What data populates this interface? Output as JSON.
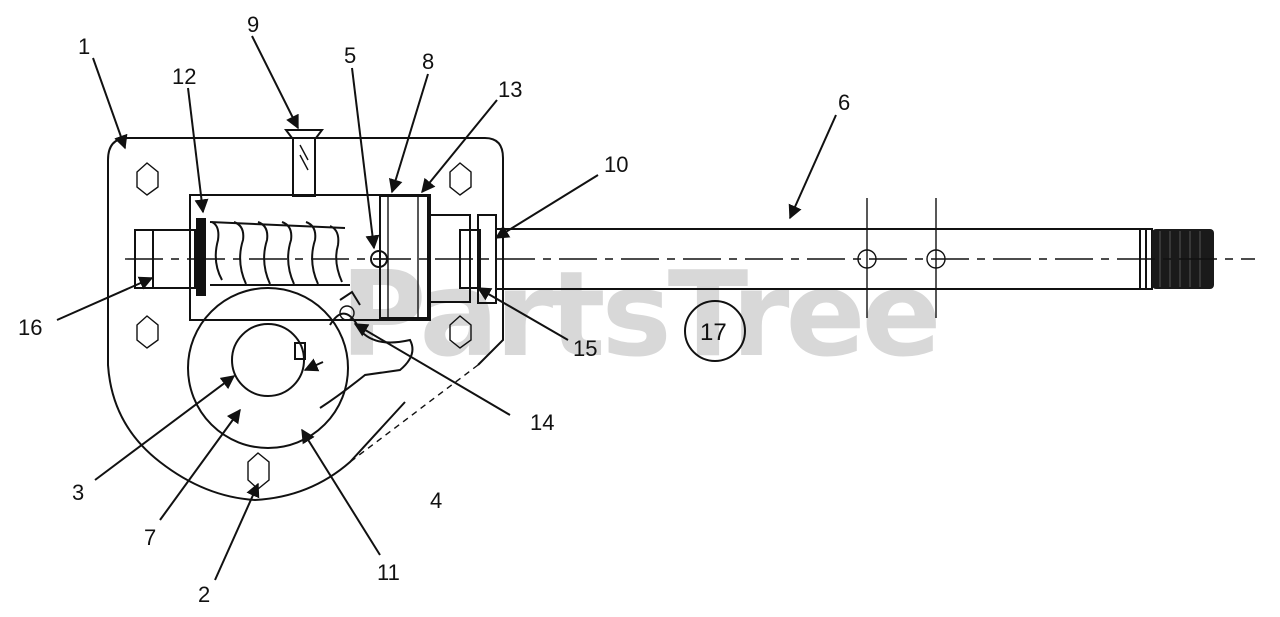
{
  "watermark": "PartsTree",
  "callouts": {
    "c1": "1",
    "c2": "2",
    "c3": "3",
    "c4": "4",
    "c5": "5",
    "c6": "6",
    "c7": "7",
    "c8": "8",
    "c9": "9",
    "c10": "10",
    "c11": "11",
    "c12": "12",
    "c13": "13",
    "c14": "14",
    "c15": "15",
    "c16": "16",
    "c17": "17"
  }
}
